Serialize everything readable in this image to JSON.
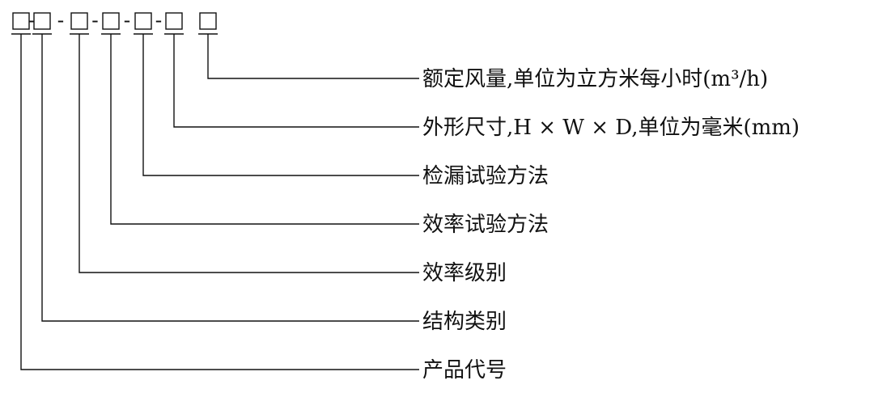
{
  "code_pattern": {
    "separator": "-",
    "box_count": 7,
    "separator_after_box": [
      1,
      2,
      3,
      4,
      5
    ]
  },
  "fields": [
    {
      "id": "rated-airflow",
      "label": "额定风量,单位为立方米每小时(m³/h)"
    },
    {
      "id": "dimensions",
      "label": "外形尺寸,H × W × D,单位为毫米(mm)"
    },
    {
      "id": "leak-test-method",
      "label": "检漏试验方法"
    },
    {
      "id": "efficiency-test-method",
      "label": "效率试验方法"
    },
    {
      "id": "efficiency-class",
      "label": "效率级别"
    },
    {
      "id": "structure-type",
      "label": "结构类别"
    },
    {
      "id": "product-code",
      "label": "产品代号"
    }
  ]
}
